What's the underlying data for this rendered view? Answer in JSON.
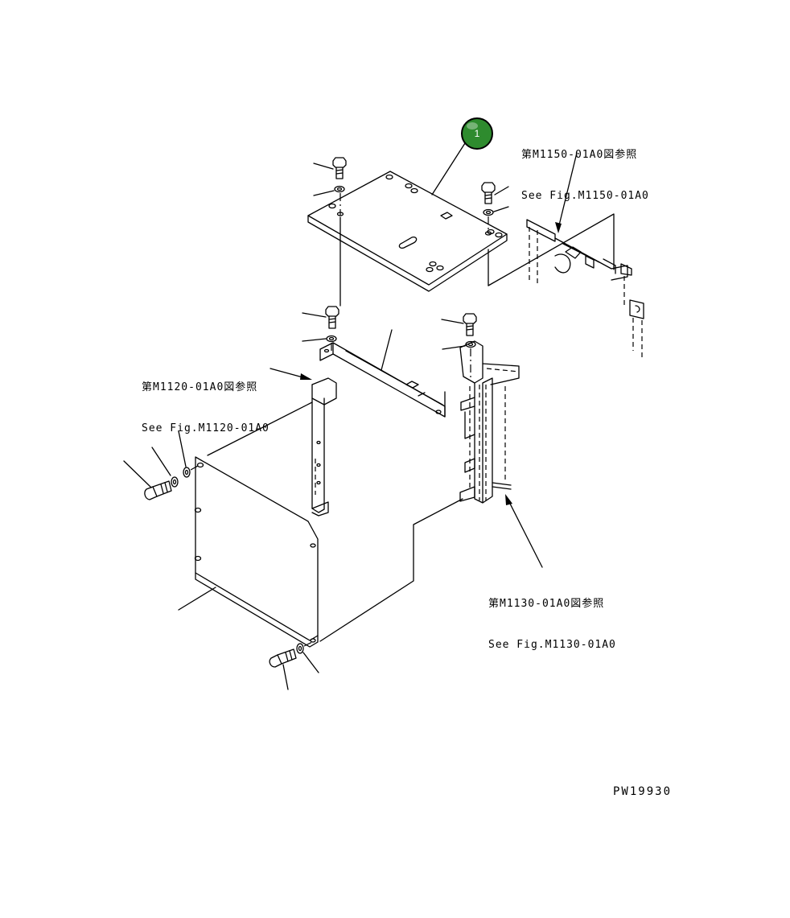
{
  "callout": {
    "number": "1"
  },
  "references": [
    {
      "jp": "第M1150-01A0図参照",
      "en": "See Fig.M1150-01A0"
    },
    {
      "jp": "第M1120-01A0図参照",
      "en": "See Fig.M1120-01A0"
    },
    {
      "jp": "第M1130-01A0図参照",
      "en": "See Fig.M1130-01A0"
    }
  ],
  "drawing_code": "PW19930"
}
